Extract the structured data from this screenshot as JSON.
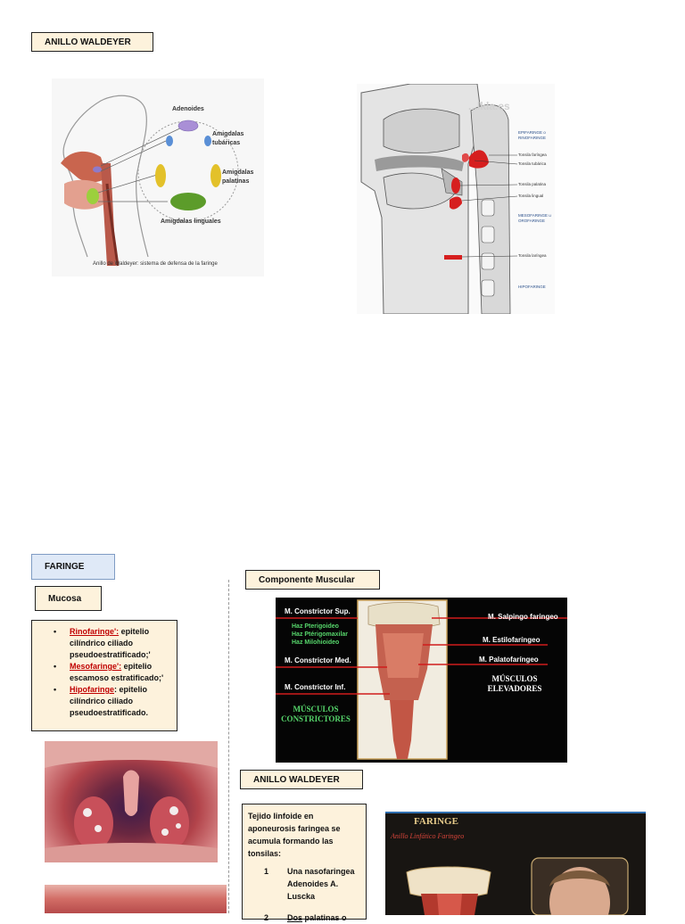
{
  "top": {
    "title_box": "ANILLO WALDEYER",
    "figure_left": {
      "labels": {
        "adenoides": "Adenoides",
        "tubaricas": "Amigdalas tubáricas",
        "palatinas": "Amigdalas palatinas",
        "linguales": "Amigdalas linguales"
      },
      "caption": "Anillo de Waldeyer: sistema de defensa de la faringe"
    },
    "figure_right": {
      "watermark": "...lkla.es",
      "labels": [
        "EPIFARINGE o RINOFARINGE",
        "Tonsila faríngea",
        "Tonsila tubárica",
        "Tonsila palatina",
        "Tonsila lingual",
        "MESOFARINGE u OROFARINGE",
        "Tonsila laríngea",
        "HIPOFARINGE"
      ]
    }
  },
  "faringe": {
    "title_box": "FARINGE",
    "mucosa_box": "Mucosa",
    "mucosa_items": [
      {
        "term": "Rinofaringe':",
        "desc": " epitelio cilíndrico ciliado pseudoestratificado;'"
      },
      {
        "term": "Mesofaringe':",
        "desc": " epitelio escamoso estratificado;'"
      },
      {
        "term": "Hipofaringe",
        "desc": ": epitelio cilíndrico ciliado pseudoestratificado."
      }
    ]
  },
  "muscular": {
    "title_box": "Componente Muscular",
    "labels": {
      "constrictor_sup": "M. Constrictor Sup.",
      "haz1": "Haz Pterigoideo",
      "haz2": "Haz Ptérigomaxilar",
      "haz3": "Haz Milohioideo",
      "constrictor_med": "M. Constrictor Med.",
      "constrictor_inf": "M. Constrictor Inf.",
      "constrictores_1": "MÚSCULOS",
      "constrictores_2": "CONSTRICTORES",
      "salpingo": "M. Salpingo faringeo",
      "estilo": "M. Estilofaríngeo",
      "palato": "M. Palatofaríngeo",
      "elevadores_1": "MÚSCULOS",
      "elevadores_2": "ELEVADORES"
    }
  },
  "waldeyer2": {
    "title_box": "ANILLO WALDEYER",
    "intro": "Tejido linfoide en aponeurosis faringea se acumula formando las tonsilas:",
    "list": [
      {
        "n": "1",
        "text": "Una nasofaringea Adenoides A. Luscka"
      },
      {
        "n": "2",
        "pre": "Dos",
        "text": " palatinas o"
      }
    ],
    "figure": {
      "title": "FARINGE",
      "subtitle": "Anillo Linfático Faringeo"
    }
  }
}
